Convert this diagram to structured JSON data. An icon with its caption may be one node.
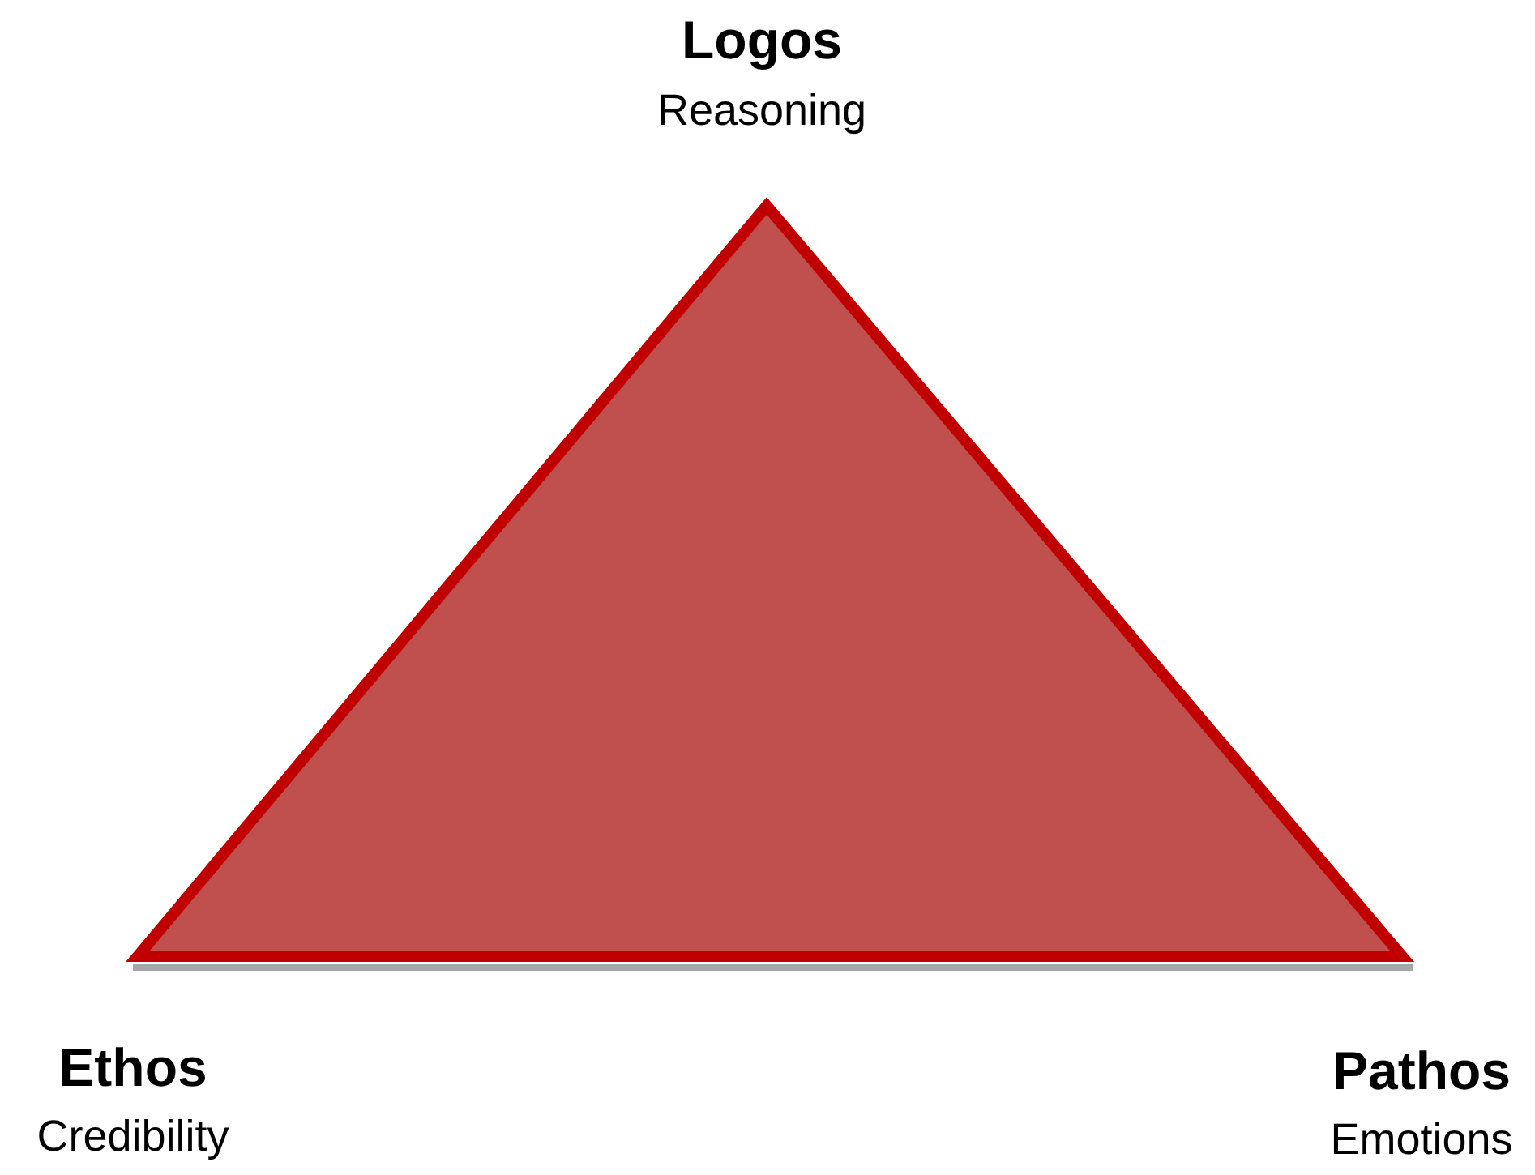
{
  "diagram": {
    "labels": [
      "Logos",
      "Reasoning",
      "Ethos",
      "Credibility",
      "Pathos",
      "Emotions"
    ]
  }
}
